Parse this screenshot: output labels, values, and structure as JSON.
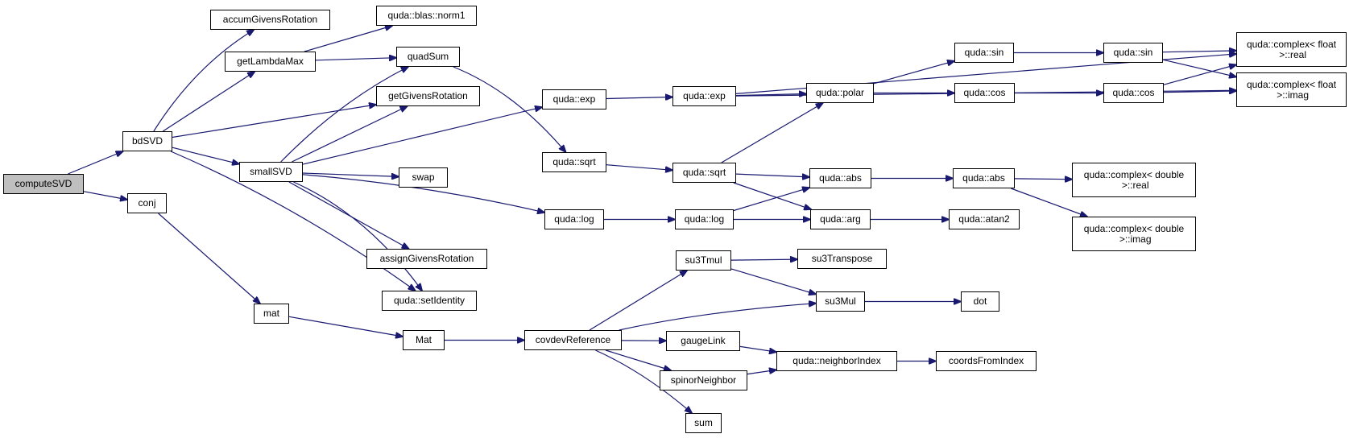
{
  "graph": {
    "root": "computeSVD",
    "colors": {
      "edge": "#191970",
      "root_fill": "#bfbfbf",
      "node_fill": "#ffffff",
      "node_border": "#000000"
    },
    "nodes": [
      {
        "id": "computeSVD",
        "label": "computeSVD"
      },
      {
        "id": "bdSVD",
        "label": "bdSVD"
      },
      {
        "id": "conj",
        "label": "conj"
      },
      {
        "id": "accumGivensRotation",
        "label": "accumGivensRotation"
      },
      {
        "id": "getLambdaMax",
        "label": "getLambdaMax"
      },
      {
        "id": "blasNorm1",
        "label": "quda::blas::norm1"
      },
      {
        "id": "quadSum",
        "label": "quadSum"
      },
      {
        "id": "getGivensRotation",
        "label": "getGivensRotation"
      },
      {
        "id": "smallSVD",
        "label": "smallSVD"
      },
      {
        "id": "swap",
        "label": "swap"
      },
      {
        "id": "assignGivensRotation",
        "label": "assignGivensRotation"
      },
      {
        "id": "setIdentity",
        "label": "quda::setIdentity"
      },
      {
        "id": "mat",
        "label": "mat"
      },
      {
        "id": "Mat",
        "label": "Mat"
      },
      {
        "id": "covdevReference",
        "label": "covdevReference"
      },
      {
        "id": "exp1",
        "label": "quda::exp"
      },
      {
        "id": "sqrt1",
        "label": "quda::sqrt"
      },
      {
        "id": "log1",
        "label": "quda::log"
      },
      {
        "id": "exp2",
        "label": "quda::exp"
      },
      {
        "id": "sqrt2",
        "label": "quda::sqrt"
      },
      {
        "id": "log2",
        "label": "quda::log"
      },
      {
        "id": "su3Tmul",
        "label": "su3Tmul"
      },
      {
        "id": "gaugeLink",
        "label": "gaugeLink"
      },
      {
        "id": "spinorNeighbor",
        "label": "spinorNeighbor"
      },
      {
        "id": "sum",
        "label": "sum"
      },
      {
        "id": "polar",
        "label": "quda::polar"
      },
      {
        "id": "abs1",
        "label": "quda::abs"
      },
      {
        "id": "arg",
        "label": "quda::arg"
      },
      {
        "id": "su3Transpose",
        "label": "su3Transpose"
      },
      {
        "id": "su3Mul",
        "label": "su3Mul"
      },
      {
        "id": "neighborIndex",
        "label": "quda::neighborIndex"
      },
      {
        "id": "sin1",
        "label": "quda::sin"
      },
      {
        "id": "cos1",
        "label": "quda::cos"
      },
      {
        "id": "abs2",
        "label": "quda::abs"
      },
      {
        "id": "atan2",
        "label": "quda::atan2"
      },
      {
        "id": "dot",
        "label": "dot"
      },
      {
        "id": "coordsFromIndex",
        "label": "coordsFromIndex"
      },
      {
        "id": "sin2",
        "label": "quda::sin"
      },
      {
        "id": "cos2",
        "label": "quda::cos"
      },
      {
        "id": "cdReal",
        "label": "quda::complex< double\n >::real"
      },
      {
        "id": "cdImag",
        "label": "quda::complex< double\n >::imag"
      },
      {
        "id": "cfReal",
        "label": "quda::complex< float\n >::real"
      },
      {
        "id": "cfImag",
        "label": "quda::complex< float\n >::imag"
      }
    ],
    "edges": [
      {
        "from": "computeSVD",
        "to": "bdSVD"
      },
      {
        "from": "computeSVD",
        "to": "conj"
      },
      {
        "from": "bdSVD",
        "to": "accumGivensRotation"
      },
      {
        "from": "bdSVD",
        "to": "getLambdaMax"
      },
      {
        "from": "bdSVD",
        "to": "getGivensRotation"
      },
      {
        "from": "bdSVD",
        "to": "smallSVD"
      },
      {
        "from": "bdSVD",
        "to": "setIdentity"
      },
      {
        "from": "getLambdaMax",
        "to": "blasNorm1"
      },
      {
        "from": "getLambdaMax",
        "to": "quadSum"
      },
      {
        "from": "smallSVD",
        "to": "quadSum"
      },
      {
        "from": "smallSVD",
        "to": "getGivensRotation"
      },
      {
        "from": "smallSVD",
        "to": "exp1"
      },
      {
        "from": "smallSVD",
        "to": "swap"
      },
      {
        "from": "smallSVD",
        "to": "log1"
      },
      {
        "from": "smallSVD",
        "to": "assignGivensRotation"
      },
      {
        "from": "smallSVD",
        "to": "setIdentity"
      },
      {
        "from": "quadSum",
        "to": "sqrt1"
      },
      {
        "from": "conj",
        "to": "mat"
      },
      {
        "from": "mat",
        "to": "Mat"
      },
      {
        "from": "Mat",
        "to": "covdevReference"
      },
      {
        "from": "exp1",
        "to": "exp2"
      },
      {
        "from": "sqrt1",
        "to": "sqrt2"
      },
      {
        "from": "log1",
        "to": "log2"
      },
      {
        "from": "exp2",
        "to": "polar"
      },
      {
        "from": "exp2",
        "to": "cfReal"
      },
      {
        "from": "exp2",
        "to": "cfImag"
      },
      {
        "from": "sqrt2",
        "to": "polar"
      },
      {
        "from": "sqrt2",
        "to": "abs1"
      },
      {
        "from": "sqrt2",
        "to": "arg"
      },
      {
        "from": "log2",
        "to": "abs1"
      },
      {
        "from": "log2",
        "to": "arg"
      },
      {
        "from": "polar",
        "to": "sin1"
      },
      {
        "from": "polar",
        "to": "cos1"
      },
      {
        "from": "sin1",
        "to": "sin2"
      },
      {
        "from": "cos1",
        "to": "cos2"
      },
      {
        "from": "sin2",
        "to": "cfReal"
      },
      {
        "from": "sin2",
        "to": "cfImag"
      },
      {
        "from": "cos2",
        "to": "cfReal"
      },
      {
        "from": "cos2",
        "to": "cfImag"
      },
      {
        "from": "abs1",
        "to": "abs2"
      },
      {
        "from": "abs2",
        "to": "cdReal"
      },
      {
        "from": "abs2",
        "to": "cdImag"
      },
      {
        "from": "arg",
        "to": "atan2"
      },
      {
        "from": "covdevReference",
        "to": "su3Tmul"
      },
      {
        "from": "covdevReference",
        "to": "su3Mul"
      },
      {
        "from": "covdevReference",
        "to": "gaugeLink"
      },
      {
        "from": "covdevReference",
        "to": "spinorNeighbor"
      },
      {
        "from": "covdevReference",
        "to": "sum"
      },
      {
        "from": "su3Tmul",
        "to": "su3Transpose"
      },
      {
        "from": "su3Tmul",
        "to": "su3Mul"
      },
      {
        "from": "su3Mul",
        "to": "dot"
      },
      {
        "from": "gaugeLink",
        "to": "neighborIndex"
      },
      {
        "from": "spinorNeighbor",
        "to": "neighborIndex"
      },
      {
        "from": "neighborIndex",
        "to": "coordsFromIndex"
      }
    ]
  }
}
